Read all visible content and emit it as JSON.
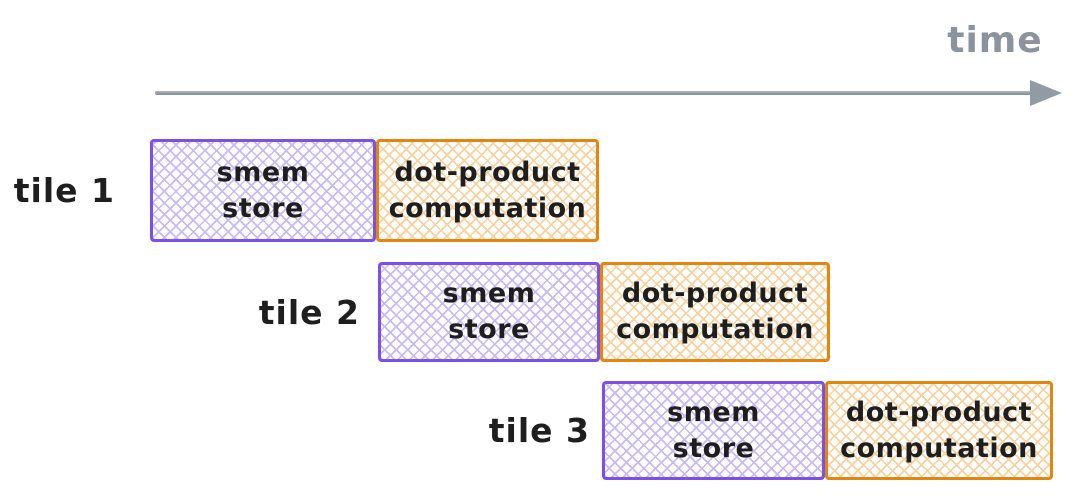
{
  "diagram": {
    "time_axis_label": "time",
    "rows": [
      {
        "label": "tile 1",
        "store_line1": "smem",
        "store_line2": "store",
        "compute_line1": "dot-product",
        "compute_line2": "computation"
      },
      {
        "label": "tile 2",
        "store_line1": "smem",
        "store_line2": "store",
        "compute_line1": "dot-product",
        "compute_line2": "computation"
      },
      {
        "label": "tile 3",
        "store_line1": "smem",
        "store_line2": "store",
        "compute_line1": "dot-product",
        "compute_line2": "computation"
      }
    ],
    "colors": {
      "purple_border": "#7c50e6",
      "purple_hatch": "#c9baf4",
      "orange_border": "#e3860f",
      "orange_hatch": "#f6d2a0",
      "arrow": "#929aa4",
      "time_text": "#8b939d",
      "ink": "#1e1e1e"
    }
  }
}
